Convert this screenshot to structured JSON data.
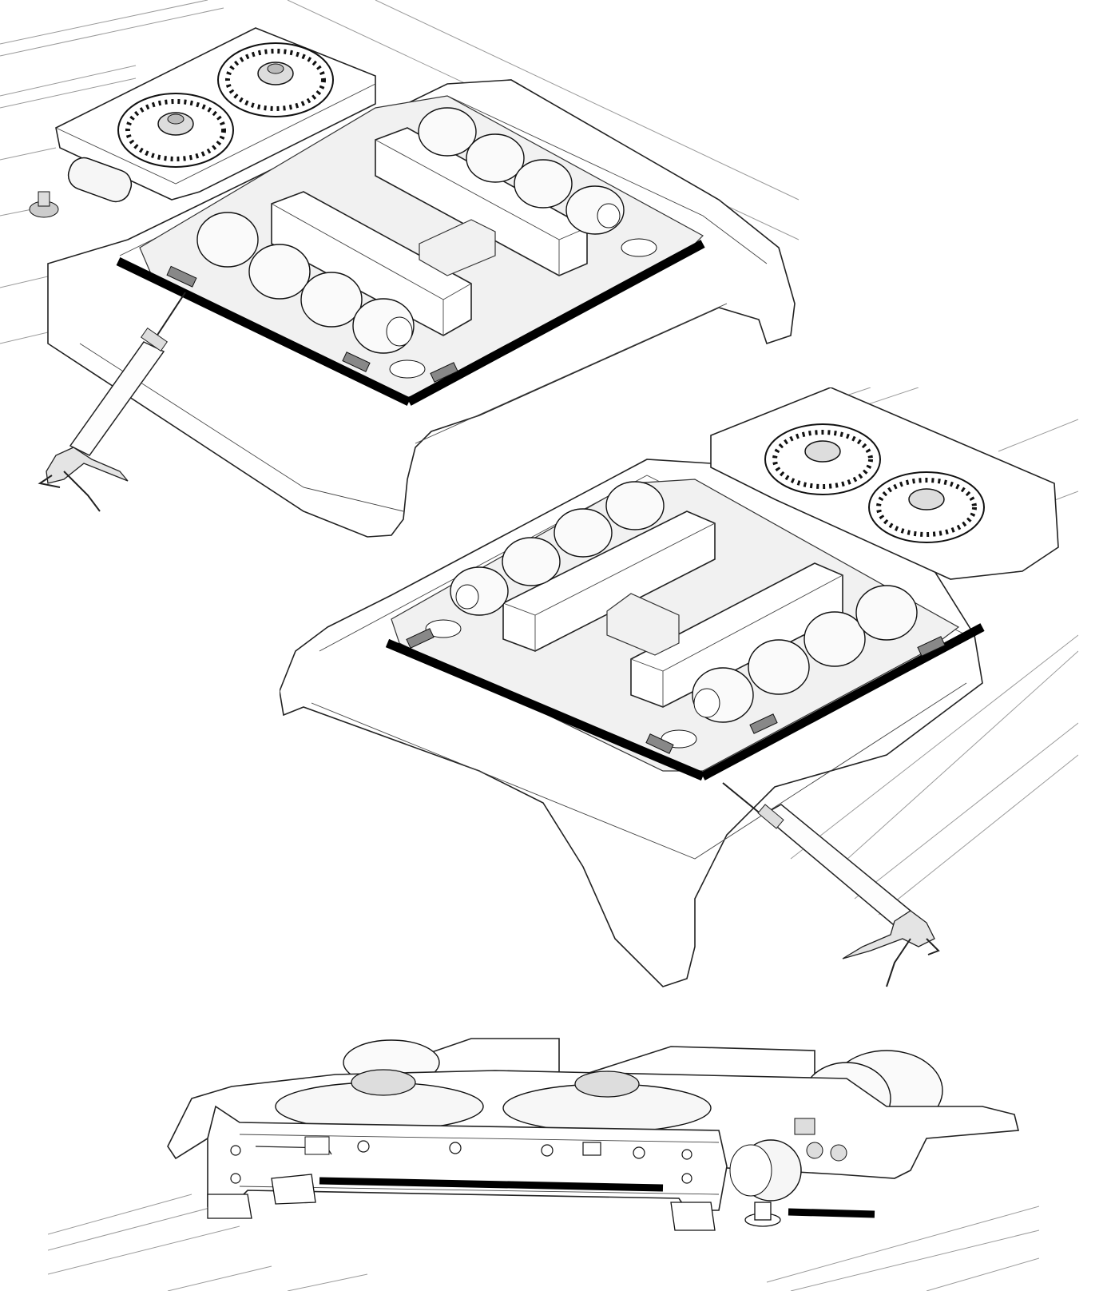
{
  "figure": {
    "views": [
      {
        "name": "view-top-left"
      },
      {
        "name": "view-middle-right"
      },
      {
        "name": "view-bottom-side"
      }
    ]
  }
}
